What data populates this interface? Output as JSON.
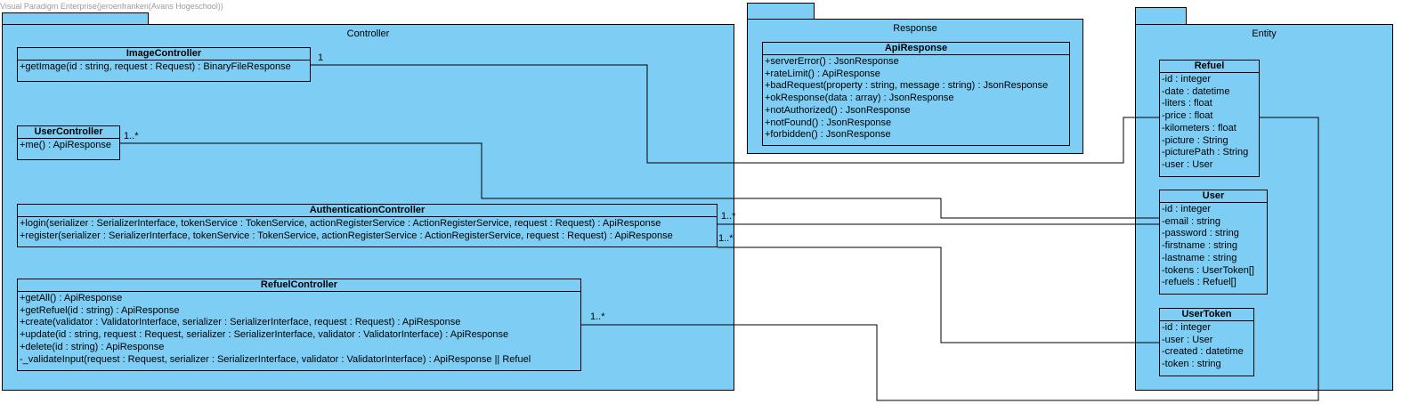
{
  "watermark": "Visual Paradigm Enterprise(jeroenfranken(Avans Hogeschool))",
  "packages": {
    "controller": "Controller",
    "response": "Response",
    "entity": "Entity"
  },
  "classes": {
    "image_controller": {
      "name": "ImageController",
      "members": [
        "+getImage(id : string, request : Request) : BinaryFileResponse"
      ]
    },
    "user_controller": {
      "name": "UserController",
      "members": [
        "+me() : ApiResponse"
      ]
    },
    "authentication_controller": {
      "name": "AuthenticationController",
      "members": [
        "+login(serializer : SerializerInterface, tokenService : TokenService, actionRegisterService : ActionRegisterService, request : Request) : ApiResponse",
        "+register(serializer : SerializerInterface, tokenService : TokenService, actionRegisterService : ActionRegisterService, request : Request) : ApiResponse"
      ]
    },
    "refuel_controller": {
      "name": "RefuelController",
      "members": [
        "+getAll() : ApiResponse",
        "+getRefuel(id : string) : ApiResponse",
        "+create(validator : ValidatorInterface, serializer : SerializerInterface, request : Request) : ApiResponse",
        "+update(id : string, request : Request, serializer : SerializerInterface, validator : ValidatorInterface) : ApiResponse",
        "+delete(id : string) : ApiResponse",
        "-_validateInput(request : Request, serializer : SerializerInterface, validator : ValidatorInterface) : ApiResponse || Refuel"
      ]
    },
    "api_response": {
      "name": "ApiResponse",
      "members": [
        "+serverError() : JsonResponse",
        "+rateLimit() : ApiResponse",
        "+badRequest(property : string, message : string) : JsonResponse",
        "+okResponse(data : array) : JsonResponse",
        "+notAuthorized() : JsonResponse",
        "+notFound() : JsonResponse",
        "+forbidden() : JsonResponse"
      ]
    },
    "refuel": {
      "name": "Refuel",
      "members": [
        "-id : integer",
        "-date : datetime",
        "-liters : float",
        "-price : float",
        "-kilometers : float",
        "-picture : String",
        "-picturePath : String",
        "-user : User"
      ]
    },
    "user": {
      "name": "User",
      "members": [
        "-id : integer",
        "-email : string",
        "-password : string",
        "-firstname : string",
        "-lastname : string",
        "-tokens : UserToken[]",
        "-refuels : Refuel[]"
      ]
    },
    "user_token": {
      "name": "UserToken",
      "members": [
        "-id : integer",
        "-user : User",
        "-created : datetime",
        "-token : string"
      ]
    }
  },
  "multiplicities": {
    "image_refuel": "1",
    "user_user": "1..*",
    "auth_user": "1..*",
    "auth_usertoken": "1..*",
    "refuel_refuel": "1..*"
  }
}
